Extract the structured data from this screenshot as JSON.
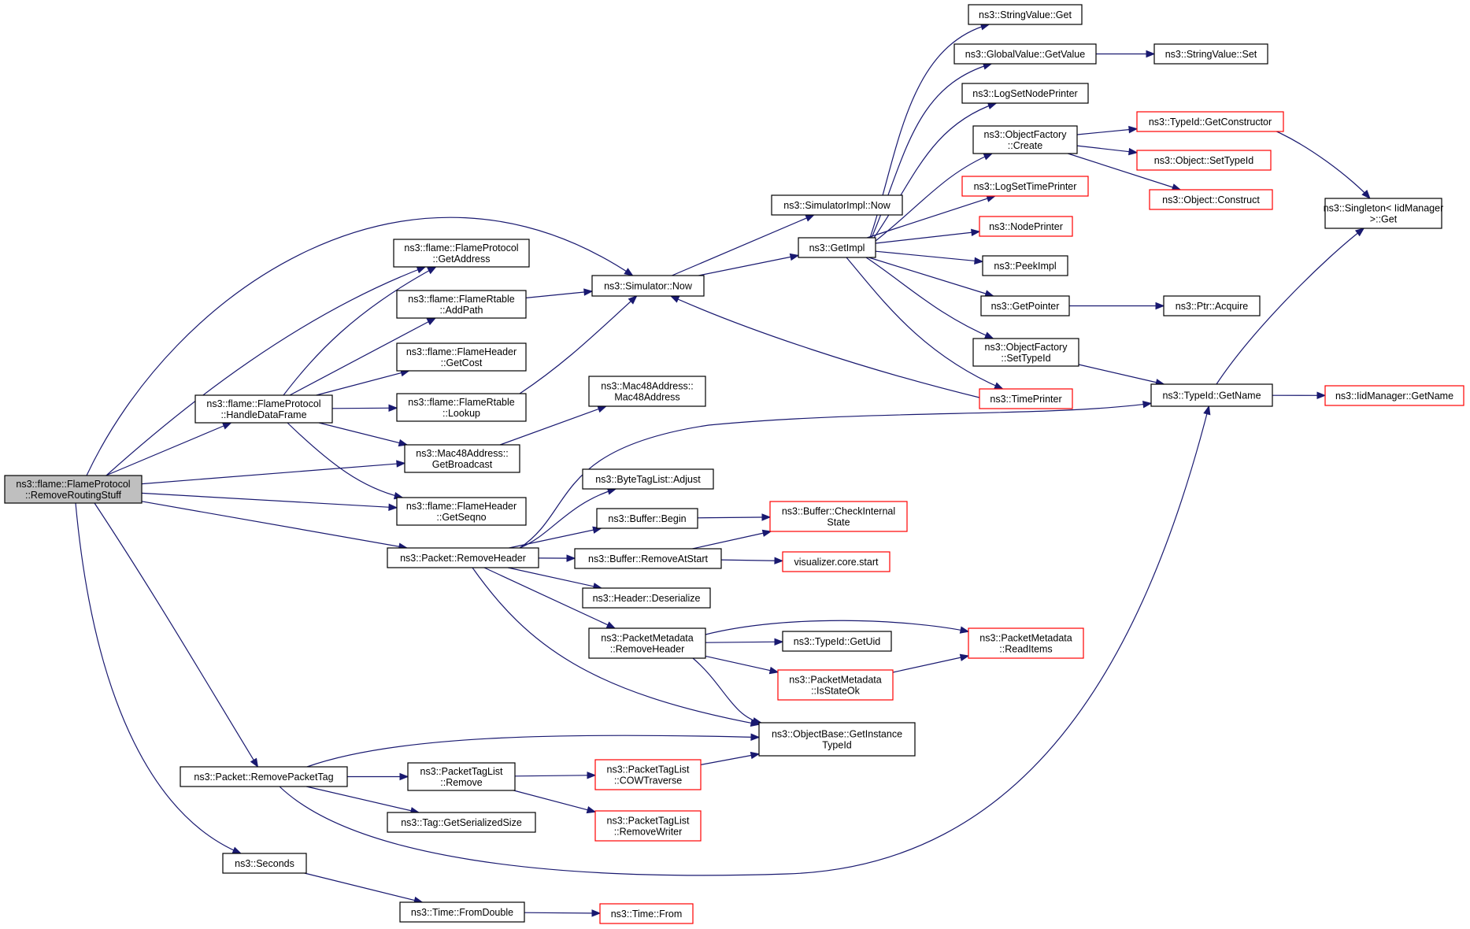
{
  "diagram": {
    "colors": {
      "edge": "#191970",
      "node_border": "#000000",
      "truncated_border": "#ff0000",
      "root_fill": "#bfbfbf",
      "node_fill": "#ffffff"
    },
    "nodes": [
      {
        "id": "root",
        "lines": [
          "ns3::flame::FlameProtocol",
          "::RemoveRoutingStuff"
        ],
        "root": true
      },
      {
        "id": "handle",
        "lines": [
          "ns3::flame::FlameProtocol",
          "::HandleDataFrame"
        ]
      },
      {
        "id": "getaddr",
        "lines": [
          "ns3::flame::FlameProtocol",
          "::GetAddress"
        ]
      },
      {
        "id": "addpath",
        "lines": [
          "ns3::flame::FlameRtable",
          "::AddPath"
        ]
      },
      {
        "id": "getcost",
        "lines": [
          "ns3::flame::FlameHeader",
          "::GetCost"
        ]
      },
      {
        "id": "lookup",
        "lines": [
          "ns3::flame::FlameRtable",
          "::Lookup"
        ]
      },
      {
        "id": "getbcast",
        "lines": [
          "ns3::Mac48Address::",
          "GetBroadcast"
        ]
      },
      {
        "id": "getseqno",
        "lines": [
          "ns3::flame::FlameHeader",
          "::GetSeqno"
        ]
      },
      {
        "id": "simnow",
        "lines": [
          "ns3::Simulator::Now"
        ]
      },
      {
        "id": "mac48ctor",
        "lines": [
          "ns3::Mac48Address::",
          "Mac48Address"
        ]
      },
      {
        "id": "simimplnow",
        "lines": [
          "ns3::SimulatorImpl::Now"
        ]
      },
      {
        "id": "getimpl",
        "lines": [
          "ns3::GetImpl"
        ]
      },
      {
        "id": "strget",
        "lines": [
          "ns3::StringValue::Get"
        ]
      },
      {
        "id": "gvgetval",
        "lines": [
          "ns3::GlobalValue::GetValue"
        ]
      },
      {
        "id": "strset",
        "lines": [
          "ns3::StringValue::Set"
        ]
      },
      {
        "id": "logsetnode",
        "lines": [
          "ns3::LogSetNodePrinter"
        ]
      },
      {
        "id": "ofcreate",
        "lines": [
          "ns3::ObjectFactory",
          "::Create"
        ]
      },
      {
        "id": "tidgetctor",
        "lines": [
          "ns3::TypeId::GetConstructor"
        ],
        "truncated": true
      },
      {
        "id": "objsettid",
        "lines": [
          "ns3::Object::SetTypeId"
        ],
        "truncated": true
      },
      {
        "id": "objconstruct",
        "lines": [
          "ns3::Object::Construct"
        ],
        "truncated": true
      },
      {
        "id": "logsettime",
        "lines": [
          "ns3::LogSetTimePrinter"
        ],
        "truncated": true
      },
      {
        "id": "nodeprinter",
        "lines": [
          "ns3::NodePrinter"
        ],
        "truncated": true
      },
      {
        "id": "peekimpl",
        "lines": [
          "ns3::PeekImpl"
        ]
      },
      {
        "id": "getpointer",
        "lines": [
          "ns3::GetPointer"
        ]
      },
      {
        "id": "ptracquire",
        "lines": [
          "ns3::Ptr::Acquire"
        ]
      },
      {
        "id": "ofsettid",
        "lines": [
          "ns3::ObjectFactory",
          "::SetTypeId"
        ]
      },
      {
        "id": "timeprinter",
        "lines": [
          "ns3::TimePrinter"
        ],
        "truncated": true
      },
      {
        "id": "singleton",
        "lines": [
          "ns3::Singleton< IidManager",
          ">::Get"
        ]
      },
      {
        "id": "tidgetname",
        "lines": [
          "ns3::TypeId::GetName"
        ]
      },
      {
        "id": "iidgetname",
        "lines": [
          "ns3::IidManager::GetName"
        ],
        "truncated": true
      },
      {
        "id": "pktremhdr",
        "lines": [
          "ns3::Packet::RemoveHeader"
        ]
      },
      {
        "id": "btladjust",
        "lines": [
          "ns3::ByteTagList::Adjust"
        ]
      },
      {
        "id": "bufbegin",
        "lines": [
          "ns3::Buffer::Begin"
        ]
      },
      {
        "id": "bufcheck",
        "lines": [
          "ns3::Buffer::CheckInternal",
          "State"
        ],
        "truncated": true
      },
      {
        "id": "bufremstart",
        "lines": [
          "ns3::Buffer::RemoveAtStart"
        ]
      },
      {
        "id": "viscore",
        "lines": [
          "visualizer.core.start"
        ],
        "truncated": true
      },
      {
        "id": "hdrdeser",
        "lines": [
          "ns3::Header::Deserialize"
        ]
      },
      {
        "id": "pmremhdr",
        "lines": [
          "ns3::PacketMetadata",
          "::RemoveHeader"
        ]
      },
      {
        "id": "tidgetuid",
        "lines": [
          "ns3::TypeId::GetUid"
        ]
      },
      {
        "id": "pmreaditems",
        "lines": [
          "ns3::PacketMetadata",
          "::ReadItems"
        ],
        "truncated": true
      },
      {
        "id": "pmisstateok",
        "lines": [
          "ns3::PacketMetadata",
          "::IsStateOk"
        ],
        "truncated": true
      },
      {
        "id": "objbase",
        "lines": [
          "ns3::ObjectBase::GetInstance",
          "TypeId"
        ]
      },
      {
        "id": "pktrempt",
        "lines": [
          "ns3::Packet::RemovePacketTag"
        ]
      },
      {
        "id": "ptlremove",
        "lines": [
          "ns3::PacketTagList",
          "::Remove"
        ]
      },
      {
        "id": "ptlcow",
        "lines": [
          "ns3::PacketTagList",
          "::COWTraverse"
        ],
        "truncated": true
      },
      {
        "id": "taggetsize",
        "lines": [
          "ns3::Tag::GetSerializedSize"
        ]
      },
      {
        "id": "ptlremwriter",
        "lines": [
          "ns3::PacketTagList",
          "::RemoveWriter"
        ],
        "truncated": true
      },
      {
        "id": "seconds",
        "lines": [
          "ns3::Seconds"
        ]
      },
      {
        "id": "fromdouble",
        "lines": [
          "ns3::Time::FromDouble"
        ]
      },
      {
        "id": "timefrom",
        "lines": [
          "ns3::Time::From"
        ],
        "truncated": true
      }
    ],
    "edges": [
      [
        "root",
        "handle"
      ],
      [
        "root",
        "simnow"
      ],
      [
        "root",
        "getaddr"
      ],
      [
        "root",
        "getbcast"
      ],
      [
        "root",
        "getseqno"
      ],
      [
        "root",
        "pktremhdr"
      ],
      [
        "root",
        "pktrempt"
      ],
      [
        "root",
        "seconds"
      ],
      [
        "handle",
        "getaddr"
      ],
      [
        "handle",
        "addpath"
      ],
      [
        "handle",
        "getcost"
      ],
      [
        "handle",
        "lookup"
      ],
      [
        "handle",
        "getbcast"
      ],
      [
        "handle",
        "getseqno"
      ],
      [
        "addpath",
        "simnow"
      ],
      [
        "lookup",
        "simnow"
      ],
      [
        "getbcast",
        "mac48ctor"
      ],
      [
        "simnow",
        "simimplnow"
      ],
      [
        "simnow",
        "getimpl"
      ],
      [
        "getimpl",
        "strget"
      ],
      [
        "getimpl",
        "gvgetval"
      ],
      [
        "getimpl",
        "logsetnode"
      ],
      [
        "getimpl",
        "ofcreate"
      ],
      [
        "getimpl",
        "logsettime"
      ],
      [
        "getimpl",
        "nodeprinter"
      ],
      [
        "getimpl",
        "peekimpl"
      ],
      [
        "getimpl",
        "getpointer"
      ],
      [
        "getimpl",
        "ofsettid"
      ],
      [
        "getimpl",
        "timeprinter"
      ],
      [
        "gvgetval",
        "strset"
      ],
      [
        "ofcreate",
        "tidgetctor"
      ],
      [
        "ofcreate",
        "objsettid"
      ],
      [
        "ofcreate",
        "objconstruct"
      ],
      [
        "tidgetctor",
        "singleton"
      ],
      [
        "getpointer",
        "ptracquire"
      ],
      [
        "ofsettid",
        "tidgetname"
      ],
      [
        "timeprinter",
        "simnow"
      ],
      [
        "tidgetname",
        "singleton"
      ],
      [
        "tidgetname",
        "iidgetname"
      ],
      [
        "pktremhdr",
        "tidgetname"
      ],
      [
        "pktremhdr",
        "btladjust"
      ],
      [
        "pktremhdr",
        "bufbegin"
      ],
      [
        "pktremhdr",
        "bufremstart"
      ],
      [
        "pktremhdr",
        "hdrdeser"
      ],
      [
        "pktremhdr",
        "pmremhdr"
      ],
      [
        "pktremhdr",
        "objbase"
      ],
      [
        "bufbegin",
        "bufcheck"
      ],
      [
        "bufremstart",
        "bufcheck"
      ],
      [
        "bufremstart",
        "viscore"
      ],
      [
        "pmremhdr",
        "pmreaditems"
      ],
      [
        "pmremhdr",
        "tidgetuid"
      ],
      [
        "pmremhdr",
        "pmisstateok"
      ],
      [
        "pmremhdr",
        "objbase"
      ],
      [
        "pmisstateok",
        "pmreaditems"
      ],
      [
        "pktrempt",
        "objbase"
      ],
      [
        "pktrempt",
        "ptlremove"
      ],
      [
        "pktrempt",
        "taggetsize"
      ],
      [
        "pktrempt",
        "tidgetname"
      ],
      [
        "ptlremove",
        "ptlcow"
      ],
      [
        "ptlremove",
        "ptlremwriter"
      ],
      [
        "ptlcow",
        "objbase"
      ],
      [
        "seconds",
        "fromdouble"
      ],
      [
        "fromdouble",
        "timefrom"
      ]
    ]
  }
}
